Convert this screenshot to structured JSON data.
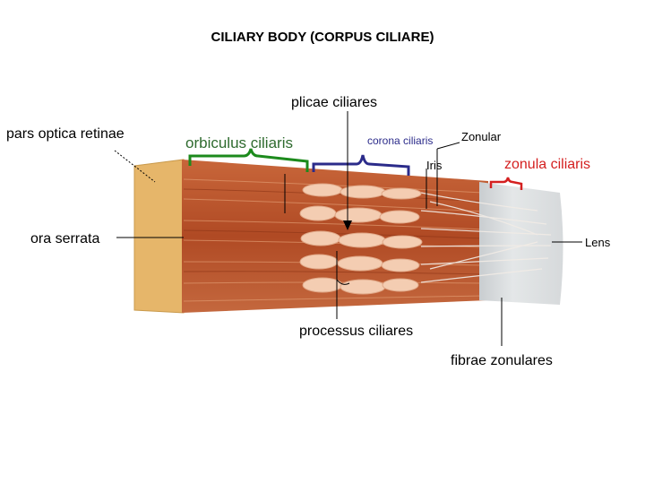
{
  "title": "CILIARY BODY (CORPUS CILIARE)",
  "labels": {
    "plicae_ciliares": "plicae ciliares",
    "pars_optica_retinae": "pars optica retinae",
    "orbiculus_ciliaris": "orbiculus ciliaris",
    "corona_ciliaris": "corona ciliaris",
    "zonular": "Zonular",
    "iris": "Iris",
    "zonula_ciliaris": "zonula ciliaris",
    "ora_serrata": "ora serrata",
    "lens": "Lens",
    "processus_ciliares": "processus ciliares",
    "fibrae_zonulares": "fibrae zonulares"
  },
  "colors": {
    "orbiculus_bracket": "#1c8a1c",
    "corona_bracket": "#2b2b8a",
    "zonula_bracket": "#d42020",
    "label_text": "#000000",
    "muscle": "#b8552c",
    "processes": "#f3c9ad",
    "lens": "#dcdfe0",
    "retina": "#e8b86a"
  }
}
